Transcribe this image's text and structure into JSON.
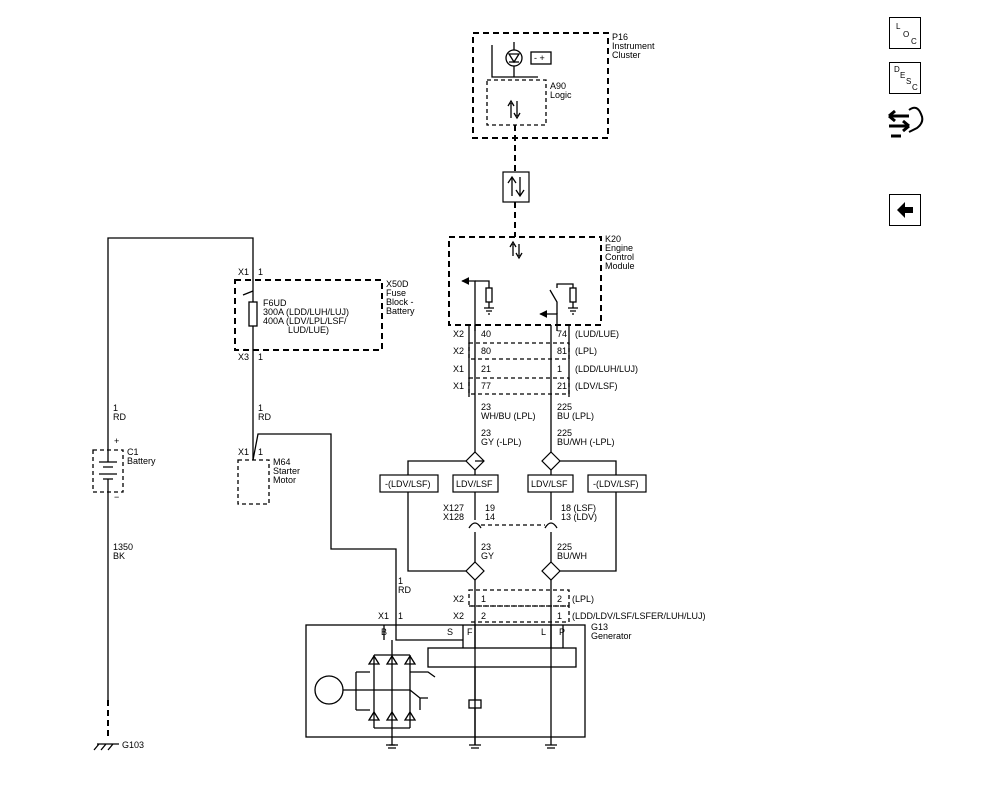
{
  "components": {
    "p16": {
      "ref": "P16",
      "l1": "Instrument",
      "l2": "Cluster"
    },
    "a90": {
      "ref": "A90",
      "l1": "Logic"
    },
    "k20": {
      "ref": "K20",
      "l1": "Engine",
      "l2": "Control",
      "l3": "Module"
    },
    "x50d": {
      "ref": "X50D",
      "l1": "Fuse",
      "l2": "Block -",
      "l3": "Battery"
    },
    "f6ud": {
      "ref": "F6UD",
      "l1": "300A (LDD/LUH/LUJ)",
      "l2": "400A (LDV/LPL/LSF/",
      "l3": "LUD/LUE)"
    },
    "c1": {
      "ref": "C1",
      "l1": "Battery",
      "plus": "+",
      "minus": "−"
    },
    "m64": {
      "ref": "M64",
      "l1": "Starter",
      "l2": "Motor"
    },
    "g13": {
      "ref": "G13",
      "l1": "Generator"
    },
    "g103": {
      "ref": "G103"
    }
  },
  "connectors": {
    "x1": "X1",
    "x2": "X2",
    "x3": "X3",
    "x127": "X127",
    "x128": "X128",
    "one": "1"
  },
  "ecm_pins": [
    {
      "conn": "X2",
      "left": "40",
      "right": "74",
      "note": "(LUD/LUE)"
    },
    {
      "conn": "X2",
      "left": "80",
      "right": "81",
      "note": "(LPL)"
    },
    {
      "conn": "X1",
      "left": "21",
      "right": "1",
      "note": "(LDD/LUH/LUJ)"
    },
    {
      "conn": "X1",
      "left": "77",
      "right": "21",
      "note": "(LDV/LSF)"
    }
  ],
  "wires": {
    "left_a_num": "23",
    "left_a_col": "WH/BU  (LPL)",
    "left_b_num": "23",
    "left_b_col": "GY  (-LPL)",
    "right_a_num": "225",
    "right_a_col": "BU  (LPL)",
    "right_b_num": "225",
    "right_b_col": "BU/WH  (-LPL)",
    "left_c_num": "23",
    "left_c_col": "GY",
    "right_c_num": "225",
    "right_c_col": "BU/WH",
    "fuse_out_num": "1",
    "fuse_out_col": "RD",
    "batt_pos_num": "1",
    "batt_pos_col": "RD",
    "batt_neg_num": "1350",
    "batt_neg_col": "BK",
    "starter_num": "1",
    "starter_col": "RD"
  },
  "options": {
    "not_ldv_lsf": "-(LDV/LSF)",
    "ldv_lsf": "LDV/LSF"
  },
  "inline": {
    "x127_pin": "19",
    "x128_pin": "14",
    "x127_r": "18 (LSF)",
    "x128_r": "13 (LDV)"
  },
  "gen_pins": [
    {
      "conn": "X2",
      "left": "1",
      "right": "2",
      "note": "(LPL)"
    },
    {
      "conn": "X2",
      "left": "2",
      "right": "1",
      "note": "(LDD/LDV/LSF/LSFER/LUH/LUJ)"
    }
  ],
  "gen_terms": {
    "b": "B",
    "s": "S",
    "f": "F",
    "l": "L",
    "p": "P"
  },
  "nav": {
    "loc": {
      "a": "L",
      "b": "O",
      "c": "C"
    },
    "desc": {
      "a": "D",
      "b": "E",
      "c": "S",
      "d": "C"
    }
  }
}
